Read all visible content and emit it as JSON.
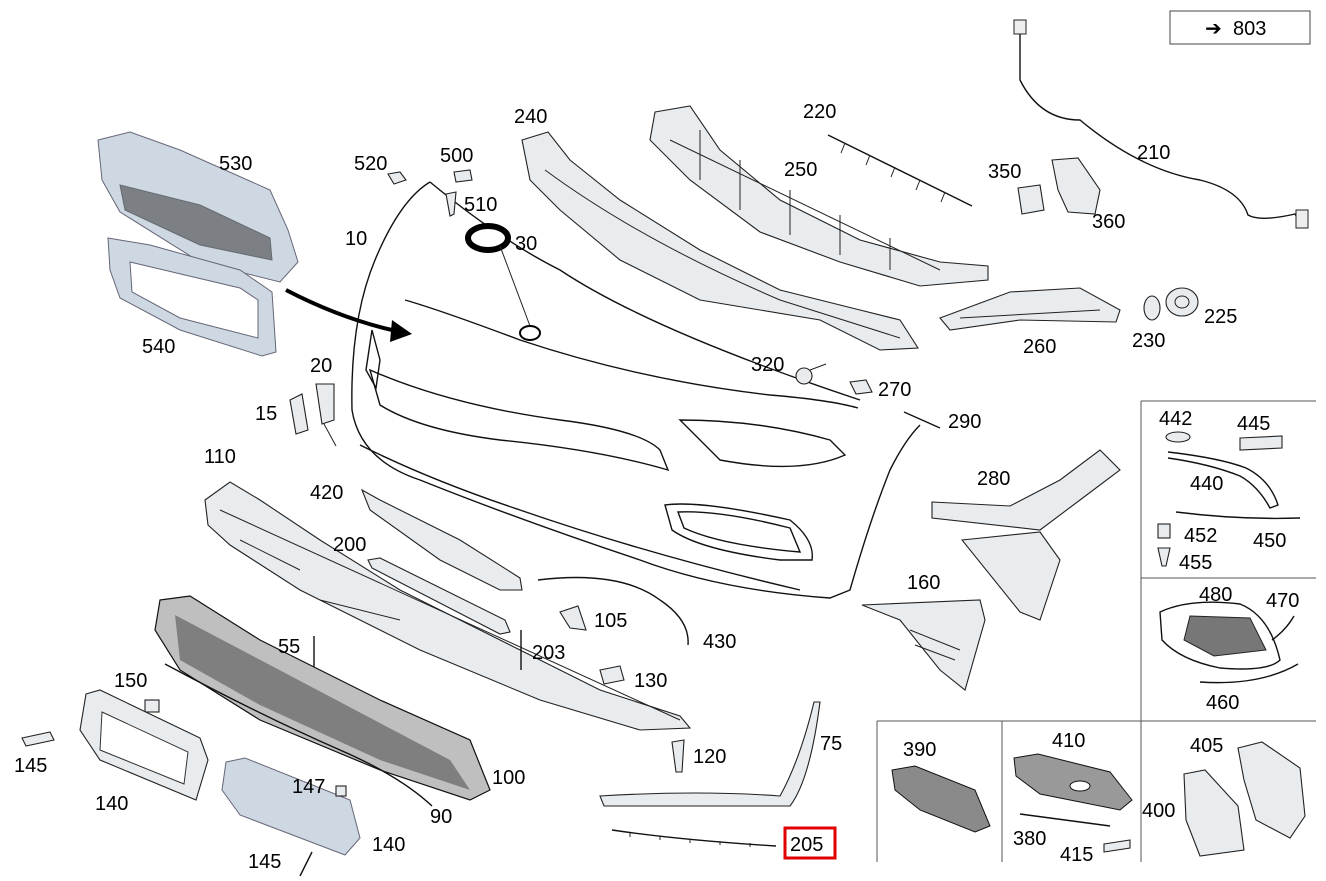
{
  "ref_box": {
    "arrow": "➔",
    "text": "803"
  },
  "highlight_color": "#e00000",
  "labels": {
    "l10": "10",
    "l15": "15",
    "l20": "20",
    "l30": "30",
    "l55": "55",
    "l75": "75",
    "l90": "90",
    "l100": "100",
    "l105": "105",
    "l110": "110",
    "l120": "120",
    "l130": "130",
    "l140a": "140",
    "l140b": "140",
    "l145a": "145",
    "l145b": "145",
    "l147": "147",
    "l150": "150",
    "l160": "160",
    "l200": "200",
    "l203": "203",
    "l205": "205",
    "l210": "210",
    "l220": "220",
    "l225": "225",
    "l230": "230",
    "l240": "240",
    "l250": "250",
    "l260": "260",
    "l270": "270",
    "l280": "280",
    "l290": "290",
    "l320": "320",
    "l350": "350",
    "l360": "360",
    "l380": "380",
    "l390": "390",
    "l400": "400",
    "l405": "405",
    "l410": "410",
    "l415": "415",
    "l420": "420",
    "l430": "430",
    "l440": "440",
    "l442": "442",
    "l445": "445",
    "l450": "450",
    "l452": "452",
    "l455": "455",
    "l460": "460",
    "l470": "470",
    "l480": "480",
    "l500": "500",
    "l510": "510",
    "l520": "520",
    "l530": "530",
    "l540": "540"
  }
}
